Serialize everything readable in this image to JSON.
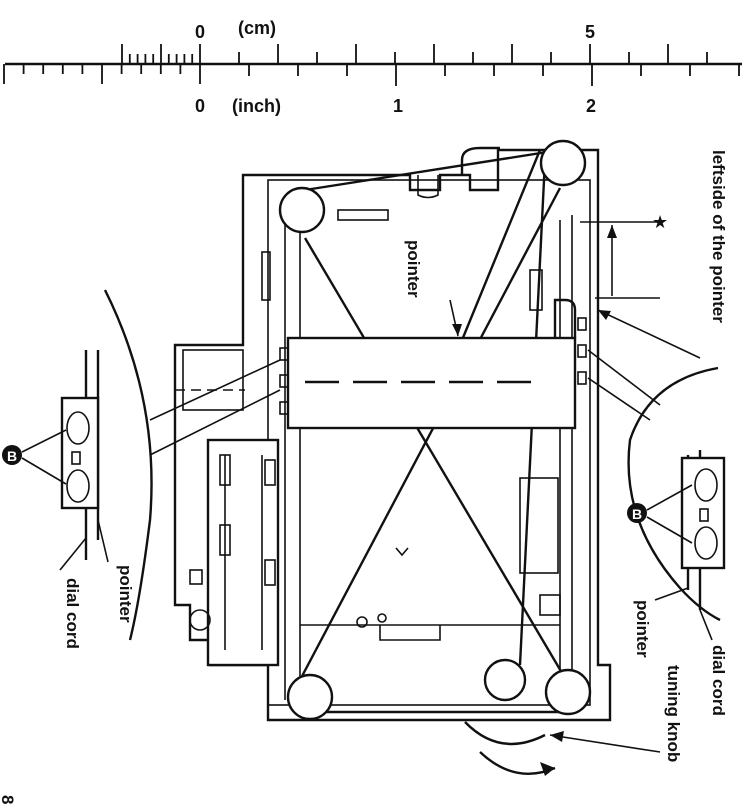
{
  "ruler": {
    "cm_zero": "0",
    "cm_unit": "(cm)",
    "cm_five": "5",
    "inch_zero": "0",
    "inch_unit": "(inch)",
    "inch_one": "1",
    "inch_two": "2"
  },
  "labels": {
    "leftside_of_pointer": "leftside of the pointer",
    "star": "★",
    "pointer_center": "pointer",
    "pointer_left_detail": "pointer",
    "dial_cord_left": "dial cord",
    "b_left": "B",
    "b_right": "B",
    "pointer_right_detail": "pointer",
    "dial_cord_right": "dial cord",
    "tuning_knob": "tuning knob",
    "corner_mark": "8"
  }
}
